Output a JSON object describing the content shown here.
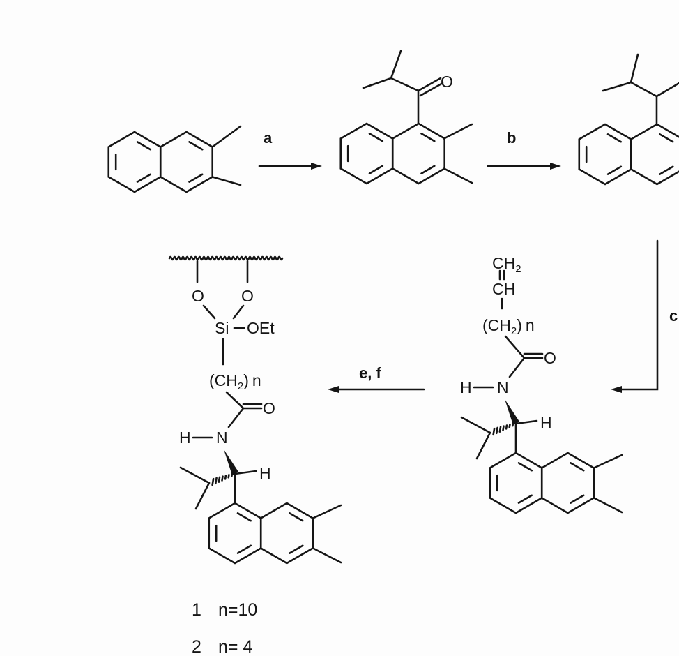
{
  "reagents": {
    "a": "a",
    "b": "b",
    "c": "c",
    "ef": "e, f"
  },
  "atoms": {
    "O": "O",
    "N": "N",
    "H": "H",
    "Si": "Si",
    "OEt": "OEt",
    "CH": "CH",
    "CH2_main": "CH",
    "CH2_sub": "2",
    "paren_open": "(CH",
    "paren_close": ")",
    "n": "n"
  },
  "compounds": [
    {
      "number": "1",
      "n_label": "n=10"
    },
    {
      "number": "2",
      "n_label": "n= 4"
    }
  ]
}
